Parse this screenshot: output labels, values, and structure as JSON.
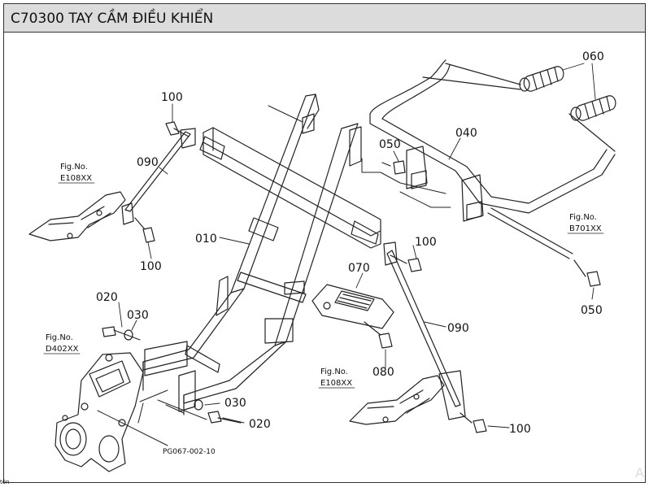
{
  "header": {
    "title": "C70300 TAY CẦM ĐIỀU KHIỂN"
  },
  "callouts": [
    {
      "id": "c100a",
      "text": "100"
    },
    {
      "id": "c090a",
      "text": "090"
    },
    {
      "id": "c100b",
      "text": "100"
    },
    {
      "id": "c010",
      "text": "010"
    },
    {
      "id": "c020a",
      "text": "020"
    },
    {
      "id": "c030a",
      "text": "030"
    },
    {
      "id": "c030b",
      "text": "030"
    },
    {
      "id": "c020b",
      "text": "020"
    },
    {
      "id": "c060",
      "text": "060"
    },
    {
      "id": "c040",
      "text": "040"
    },
    {
      "id": "c050a",
      "text": "050"
    },
    {
      "id": "c100c",
      "text": "100"
    },
    {
      "id": "c050b",
      "text": "050"
    },
    {
      "id": "c070",
      "text": "070"
    },
    {
      "id": "c090b",
      "text": "090"
    },
    {
      "id": "c080",
      "text": "080"
    },
    {
      "id": "c100d",
      "text": "100"
    }
  ],
  "fig_refs": [
    {
      "label": "Fig.No.",
      "code": "E108XX"
    },
    {
      "label": "Fig.No.",
      "code": "D402XX"
    },
    {
      "label": "Fig.No.",
      "code": "B701XX"
    },
    {
      "label": "Fig.No.",
      "code": "E108XX"
    }
  ],
  "drawing_code": "PG067-002-10",
  "corner_text": "tôn",
  "watermark": "A"
}
